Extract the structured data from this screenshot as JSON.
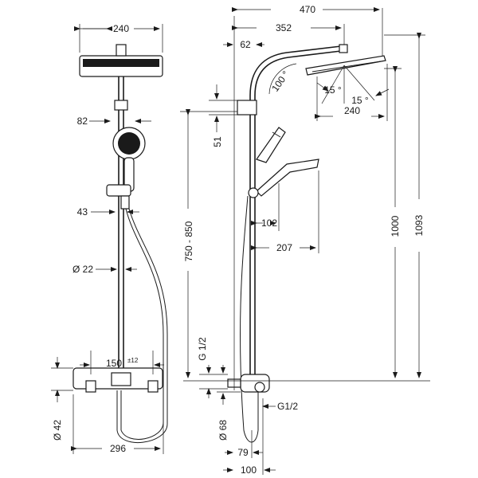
{
  "dimensions": {
    "front_width_head": "240",
    "front_handshower": "82",
    "front_offset": "43",
    "front_pipe_diameter": "Ø 22",
    "front_center_spacing": "150",
    "front_center_tolerance": "±12",
    "front_mixer_diameter": "Ø 42",
    "front_mixer_width": "296",
    "side_total_reach": "470",
    "side_arm_reach": "352",
    "side_offset_top": "62",
    "side_angle": "100 °",
    "side_tilt_left": "15 °",
    "side_tilt_right": "15 °",
    "side_head_width": "240",
    "side_holder": "51",
    "side_height_range": "750 - 850",
    "side_hand_reach_1": "102",
    "side_hand_reach_2": "207",
    "side_height_1000": "1000",
    "side_height_1093": "1093",
    "side_thread_inlet": "G 1/2",
    "side_thread_outlet": "G1/2",
    "side_mixer_diameter": "Ø 68",
    "side_depth_79": "79",
    "side_depth_100": "100"
  }
}
